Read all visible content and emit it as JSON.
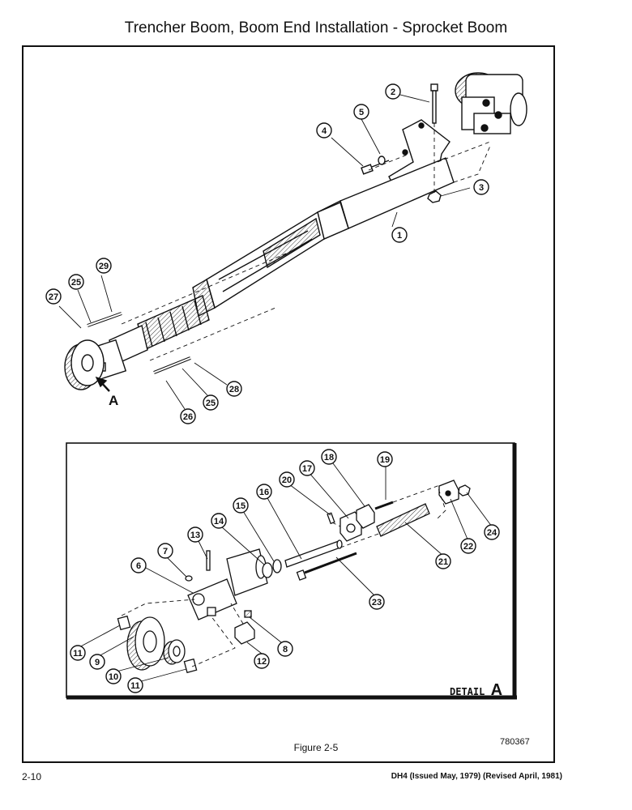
{
  "page": {
    "title": "Trencher Boom, Boom End Installation - Sprocket Boom",
    "figure_label": "Figure 2-5",
    "ref_number": "780367",
    "page_number": "2-10",
    "issue_note": "DH4 (Issued May, 1979) (Revised April, 1981)"
  },
  "diagram": {
    "view_marker": "A",
    "detail_label": "DETAIL",
    "detail_letter": "A",
    "callouts_main": [
      "1",
      "2",
      "3",
      "4",
      "5",
      "25",
      "25",
      "26",
      "27",
      "28",
      "29"
    ],
    "callouts_detail": [
      "6",
      "7",
      "8",
      "9",
      "10",
      "11",
      "11",
      "12",
      "13",
      "14",
      "15",
      "16",
      "17",
      "18",
      "19",
      "20",
      "21",
      "22",
      "23",
      "24"
    ]
  }
}
